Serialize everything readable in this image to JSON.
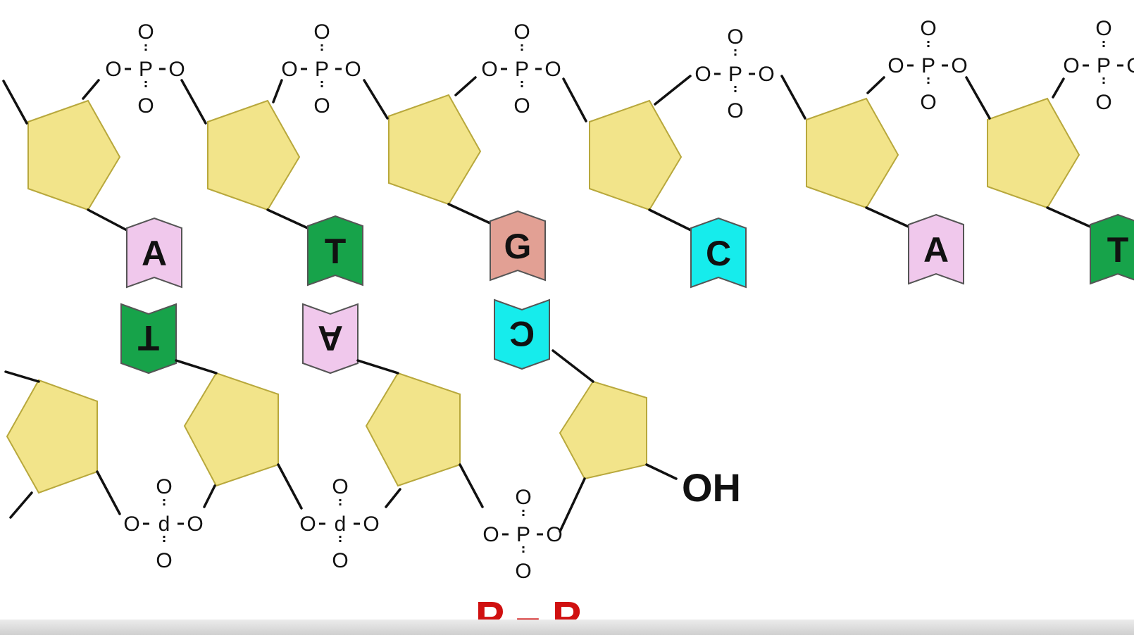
{
  "phosphate": {
    "o": "O",
    "p": "P",
    "p_mirrored": "d"
  },
  "top_strand": {
    "bases": [
      {
        "letter": "A",
        "color": "#f0c8ec"
      },
      {
        "letter": "T",
        "color": "#17a34a"
      },
      {
        "letter": "G",
        "color": "#e2a094"
      },
      {
        "letter": "C",
        "color": "#16ecec"
      },
      {
        "letter": "A",
        "color": "#f0c8ec"
      },
      {
        "letter": "T",
        "color": "#17a34a"
      }
    ]
  },
  "bottom_strand": {
    "bases": [
      {
        "letter": "T",
        "color": "#17a34a"
      },
      {
        "letter": "A",
        "color": "#f0c8ec"
      },
      {
        "letter": "C",
        "color": "#16ecec"
      }
    ],
    "terminal_group": "OH"
  },
  "sugar_color": "#f2e48a",
  "caption": "P – P",
  "caption_color": "#d01010"
}
